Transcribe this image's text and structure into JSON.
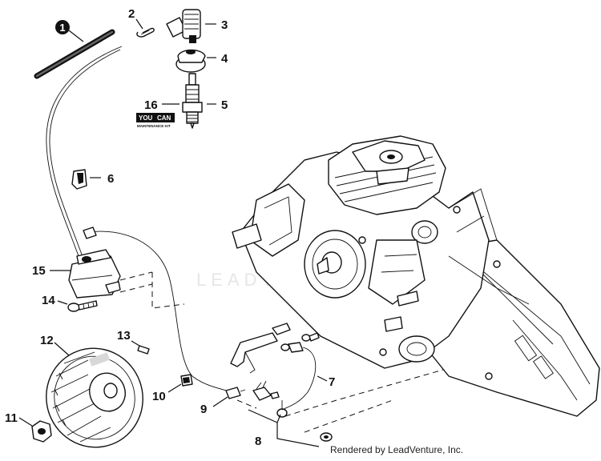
{
  "diagram": {
    "callouts": [
      {
        "id": "c1",
        "label": "1"
      },
      {
        "id": "c2",
        "label": "2"
      },
      {
        "id": "c3",
        "label": "3"
      },
      {
        "id": "c4",
        "label": "4"
      },
      {
        "id": "c5",
        "label": "5"
      },
      {
        "id": "c6",
        "label": "6"
      },
      {
        "id": "c7",
        "label": "7"
      },
      {
        "id": "c8",
        "label": "8"
      },
      {
        "id": "c9",
        "label": "9"
      },
      {
        "id": "c10",
        "label": "10"
      },
      {
        "id": "c11",
        "label": "11"
      },
      {
        "id": "c12",
        "label": "12"
      },
      {
        "id": "c13",
        "label": "13"
      },
      {
        "id": "c14",
        "label": "14"
      },
      {
        "id": "c15",
        "label": "15"
      },
      {
        "id": "c16",
        "label": "16"
      }
    ],
    "kit_badge": {
      "top": "YOU",
      "top2": "CAN",
      "bottom": "MAINTENANCE KIT"
    },
    "watermark": "LEADVENTURE",
    "footer": "Rendered by LeadVenture, Inc."
  }
}
